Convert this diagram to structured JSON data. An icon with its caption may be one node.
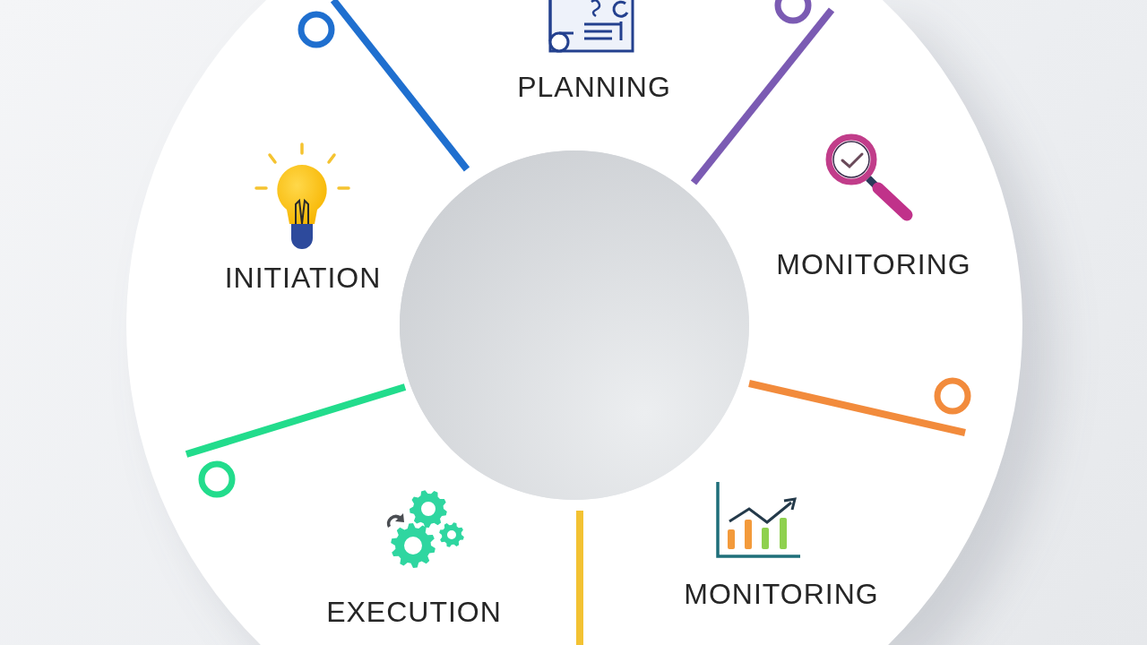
{
  "diagram": {
    "labels": [
      "PLANNING",
      "INITIATION",
      "MONITORING",
      "EXECUTION",
      "MONITORING"
    ]
  }
}
